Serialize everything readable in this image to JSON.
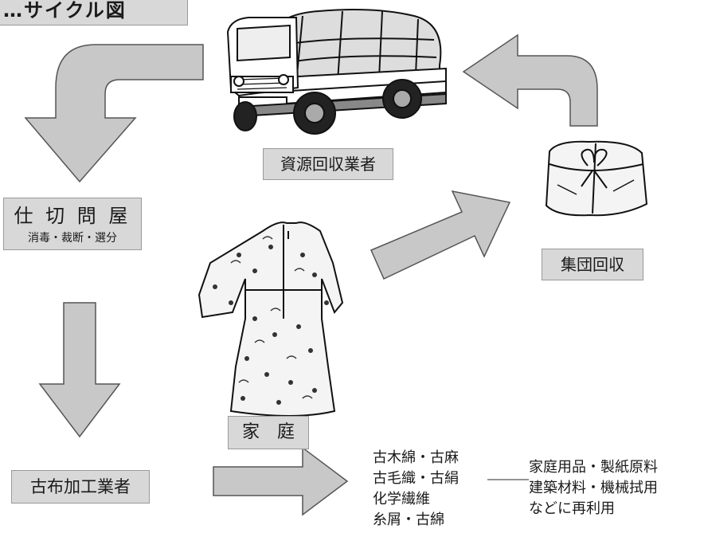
{
  "title": "…サイクル図",
  "nodes": {
    "collector": "資源回収業者",
    "sorter_name": "仕 切 問 屋",
    "sorter_sub": "消毒・裁断・選分",
    "household": "家　庭",
    "group": "集団回収",
    "processor": "古布加工業者"
  },
  "materials": [
    "古木綿・古麻",
    "古毛織・古絹",
    "化学繊維",
    "糸屑・古綿"
  ],
  "uses": [
    "家庭用品・製紙原料",
    "建築材料・機械拭用",
    "などに再利用"
  ],
  "icons": {
    "truck": "truck-icon",
    "dress": "dress-icon",
    "bundle": "bundle-icon"
  },
  "colors": {
    "arrow_fill": "#c8c8c8",
    "arrow_stroke": "#555555",
    "box_fill": "#d8d8d8"
  }
}
